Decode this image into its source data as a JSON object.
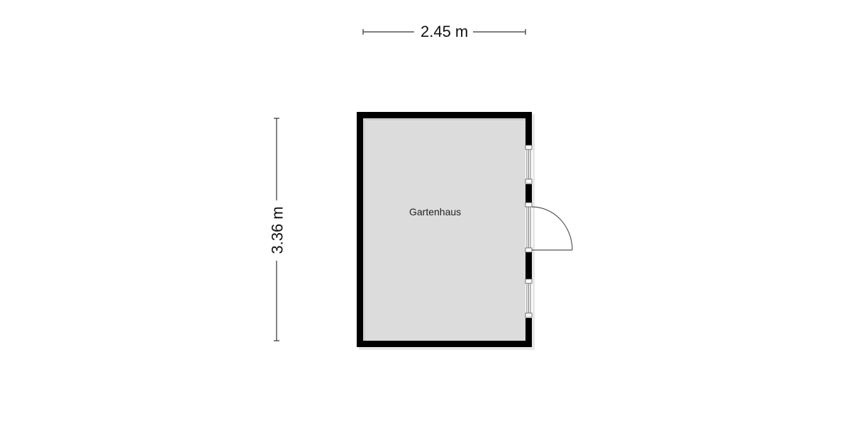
{
  "plan": {
    "room": {
      "name": "Gartenhaus"
    },
    "dimensions": {
      "width_label": "2.45 m",
      "height_label": "3.36 m"
    },
    "colors": {
      "wall": "#000000",
      "floor": "#dcdcdc",
      "dimension_line": "#333333",
      "background": "#ffffff"
    },
    "openings": [
      {
        "type": "window",
        "wall": "east"
      },
      {
        "type": "door",
        "wall": "east"
      },
      {
        "type": "window",
        "wall": "east"
      }
    ]
  }
}
